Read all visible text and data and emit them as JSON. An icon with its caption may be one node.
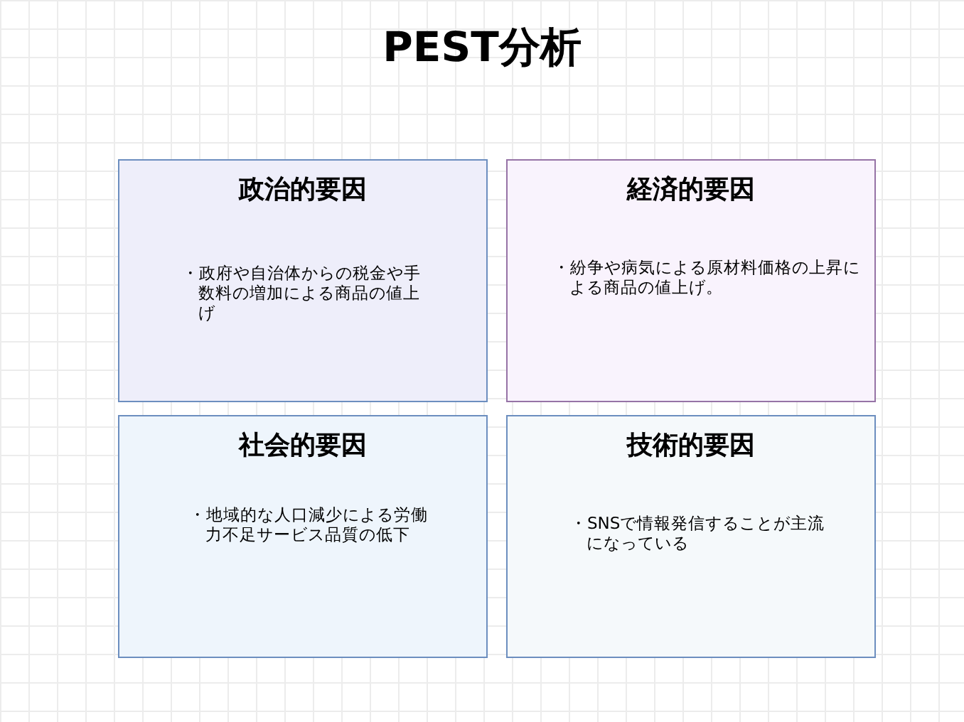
{
  "diagram": {
    "title": "PEST分析",
    "nodes": [
      {
        "text": [
          "政治的要因",
          "・政府や自治体からの税金や手数料の増加による商品の値上げ"
        ]
      },
      {
        "text": [
          "経済的要因",
          "・紛争や病気による原材料価格の上昇による商品の値上げ。"
        ]
      },
      {
        "text": [
          "社会的要因",
          "・地域的な人口減少による労働力不足サービス品質の低下"
        ]
      },
      {
        "text": [
          "技術的要因",
          "・SNSで情報発信することが主流になっている"
        ]
      }
    ]
  }
}
